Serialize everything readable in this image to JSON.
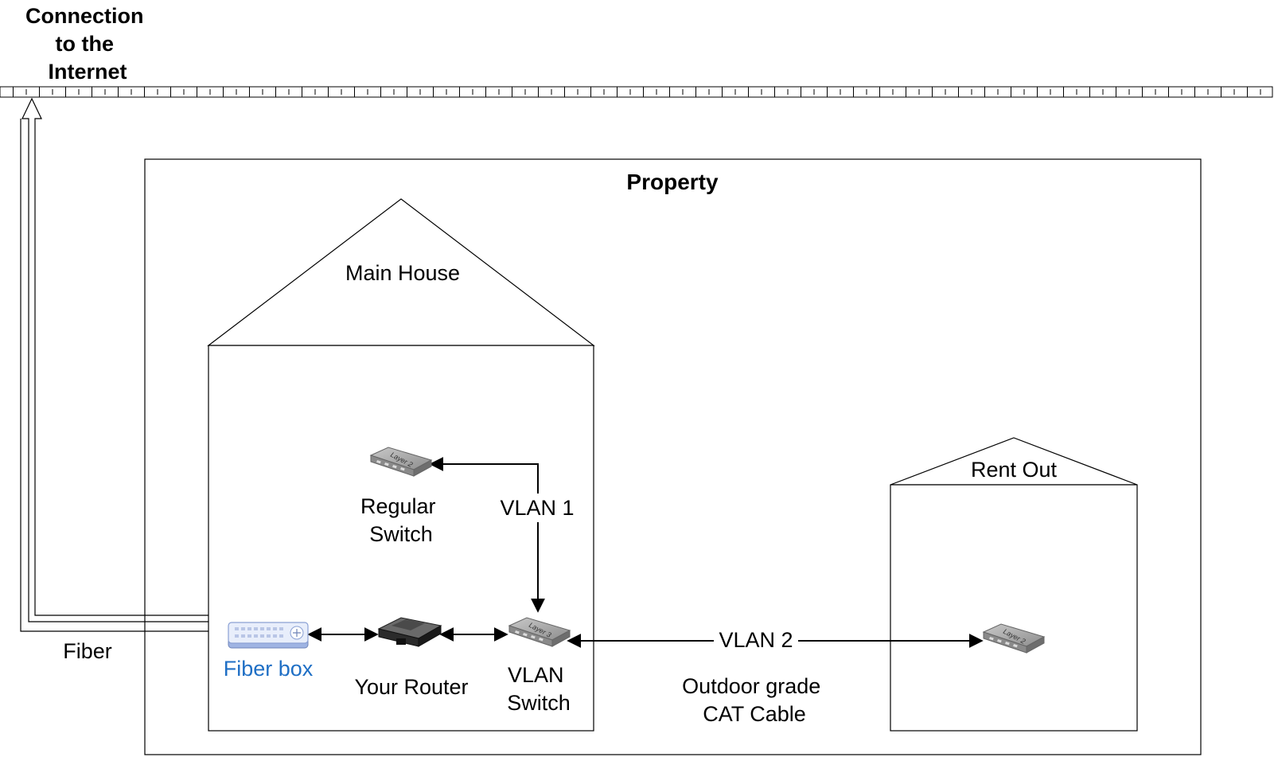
{
  "labels": {
    "internet": [
      "Connection",
      "to the",
      "Internet"
    ],
    "property": "Property",
    "main_house": "Main House",
    "rent_out": "Rent Out",
    "fiber": "Fiber",
    "fiber_box": "Fiber box",
    "your_router": "Your Router",
    "vlan_switch": [
      "VLAN",
      "Switch"
    ],
    "regular_switch": [
      "Regular",
      "Switch"
    ],
    "vlan1": "VLAN 1",
    "vlan2": "VLAN 2",
    "outdoor_cable": [
      "Outdoor grade",
      "CAT Cable"
    ],
    "device_regular_switch": "Layer 2",
    "device_vlan_switch": "Layer 3",
    "device_rent_switch": "Layer 2"
  },
  "colors": {
    "line": "#000000",
    "fiber_box_label": "#1f6fc5",
    "fiber_box_device": "#8aa0d4",
    "switch_body": "#9e9e9e",
    "router_body": "#3a3a3a"
  },
  "icons": {
    "fiber_box": "fiber-box-icon",
    "router": "router-icon",
    "switch": "network-switch-icon"
  }
}
